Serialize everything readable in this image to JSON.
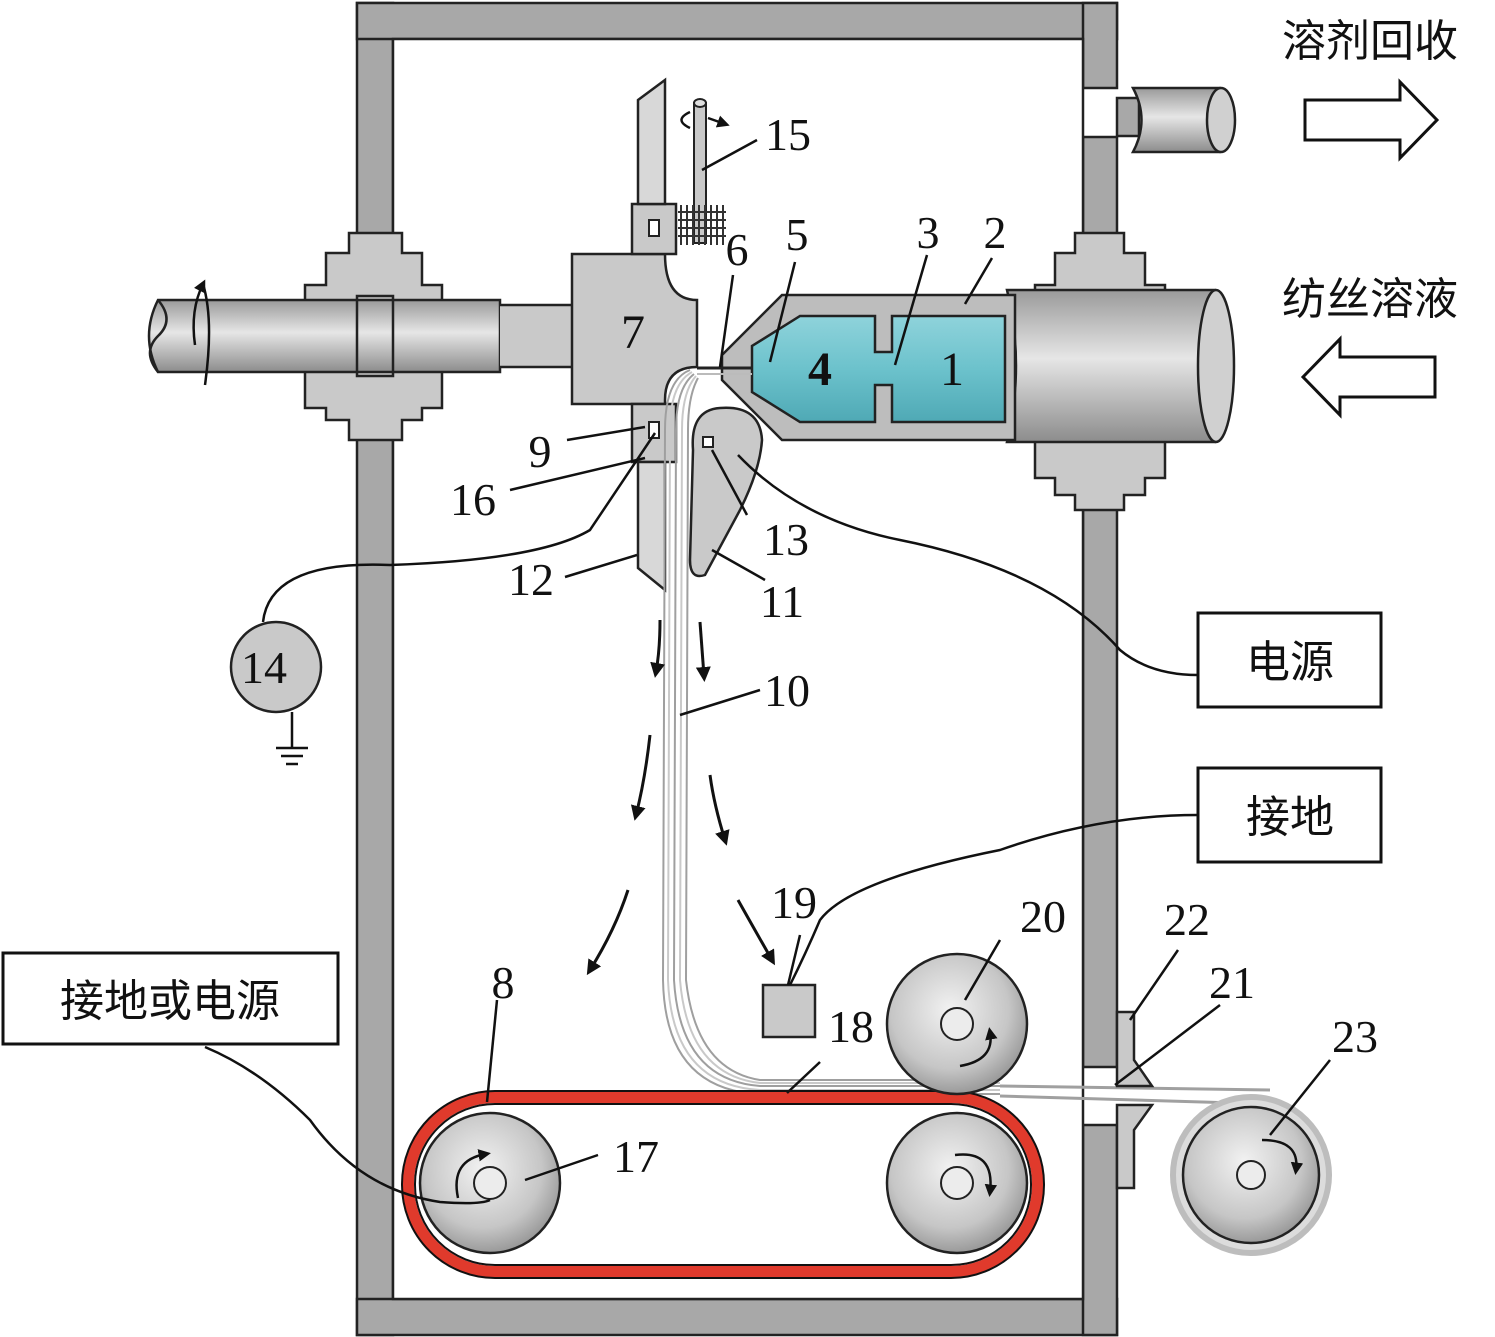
{
  "labels": {
    "solvent_recovery": "溶剂回收",
    "spinning_solution": "纺丝溶液",
    "power_supply": "电源",
    "ground": "接地",
    "ground_or_power": "接地或电源"
  },
  "part_numbers": {
    "n1": "1",
    "n2": "2",
    "n3": "3",
    "n4": "4",
    "n5": "5",
    "n6": "6",
    "n7": "7",
    "n8": "8",
    "n9": "9",
    "n10": "10",
    "n11": "11",
    "n12": "12",
    "n13": "13",
    "n14": "14",
    "n15": "15",
    "n16": "16",
    "n17": "17",
    "n18": "18",
    "n19": "19",
    "n20": "20",
    "n21": "21",
    "n22": "22",
    "n23": "23"
  },
  "colors": {
    "chamber_fill": "#a8a8a8",
    "part_fill": "#c9c9c9",
    "solution_fill": "#6cc2cc",
    "belt": "#e03a2c",
    "fiber": "#bdbdbd"
  }
}
